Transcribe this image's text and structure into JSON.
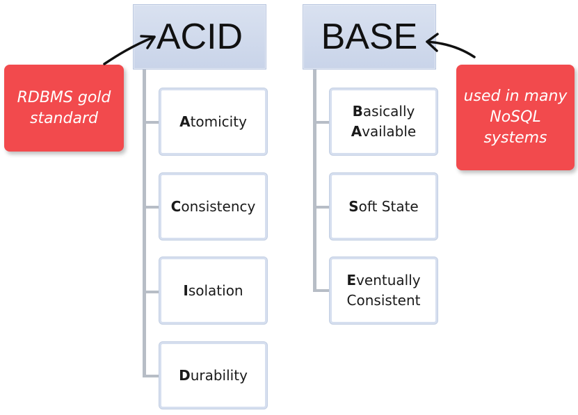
{
  "acid": {
    "title": "ACID",
    "items": [
      {
        "initial": "A",
        "rest": "tomicity"
      },
      {
        "initial": "C",
        "rest": "onsistency"
      },
      {
        "initial": "I",
        "rest": "solation"
      },
      {
        "initial": "D",
        "rest": "urability"
      }
    ]
  },
  "base": {
    "title": "BASE",
    "items": [
      {
        "line1_initial": "B",
        "line1_rest": "asically",
        "line2_initial": "A",
        "line2_rest": "vailable"
      },
      {
        "line1_initial": "S",
        "line1_rest": "oft State"
      },
      {
        "line1_initial": "E",
        "line1_rest": "ventually",
        "line2_initial": "",
        "line2_rest": "Consistent"
      }
    ]
  },
  "callouts": {
    "rdbms": {
      "line1": "RDBMS gold",
      "line2": "standard"
    },
    "nosql": {
      "line1": "used in many",
      "line2": "NoSQL",
      "line3": "systems"
    }
  },
  "colors": {
    "callout": "#f24a4d",
    "header": "#cdd7ea",
    "connector": "#b7bdc6"
  }
}
